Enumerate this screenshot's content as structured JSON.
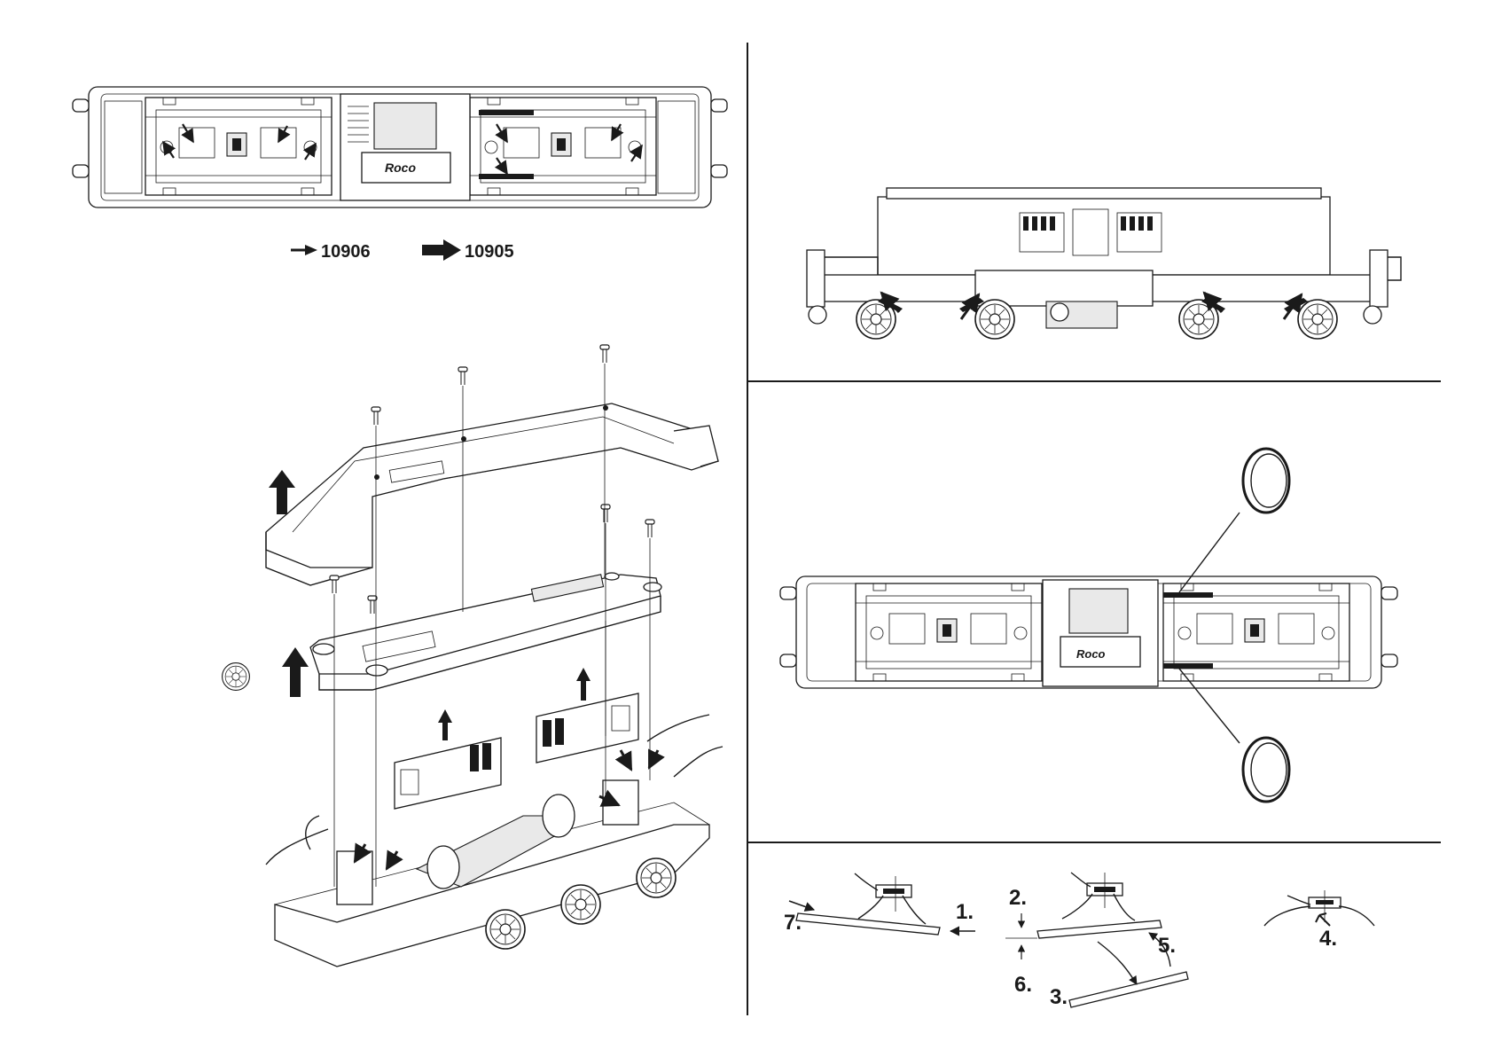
{
  "colors": {
    "ink": "#1a1a1a",
    "paper": "#ffffff",
    "shade": "#e9e9e9"
  },
  "part_numbers": {
    "small_arrow_part": "10906",
    "large_arrow_part": "10905"
  },
  "underside_plate_text": "Roco",
  "steps": {
    "s1": "1.",
    "s2": "2.",
    "s3": "3.",
    "s4": "4.",
    "s5": "5.",
    "s6": "6.",
    "s7": "7."
  }
}
